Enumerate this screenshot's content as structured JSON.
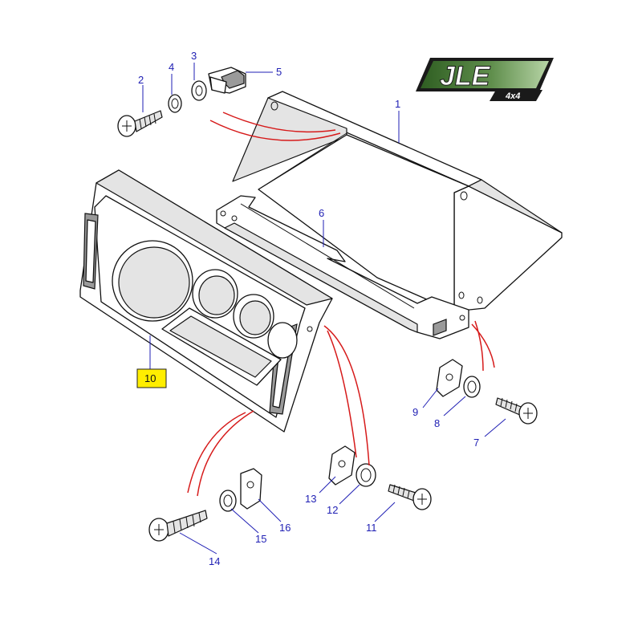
{
  "logo": {
    "brand": "JLE",
    "sub": "4x4",
    "colors": {
      "badge_start": "#3a6b2a",
      "badge_end": "#a8c896",
      "frame": "#1a1a1a"
    }
  },
  "callouts": [
    {
      "id": "1",
      "label": "1"
    },
    {
      "id": "2",
      "label": "2"
    },
    {
      "id": "3",
      "label": "3"
    },
    {
      "id": "4",
      "label": "4"
    },
    {
      "id": "5",
      "label": "5"
    },
    {
      "id": "6",
      "label": "6"
    },
    {
      "id": "7",
      "label": "7"
    },
    {
      "id": "8",
      "label": "8"
    },
    {
      "id": "9",
      "label": "9"
    },
    {
      "id": "10",
      "label": "10",
      "highlighted": true
    },
    {
      "id": "11",
      "label": "11"
    },
    {
      "id": "12",
      "label": "12"
    },
    {
      "id": "13",
      "label": "13"
    },
    {
      "id": "14",
      "label": "14"
    },
    {
      "id": "15",
      "label": "15"
    },
    {
      "id": "16",
      "label": "16"
    }
  ],
  "colors": {
    "callout_text": "#1f1fb4",
    "assembly_lines": "#d61a1a",
    "highlight": "#ffee00"
  }
}
